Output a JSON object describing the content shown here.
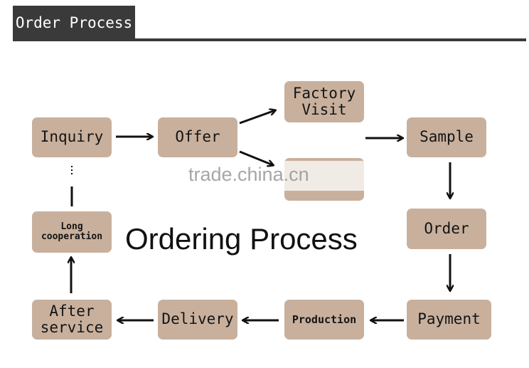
{
  "header": {
    "title": "Order Process"
  },
  "diagram": {
    "title": "Ordering Process",
    "watermark": "trade.china.cn",
    "steps": {
      "inquiry": "Inquiry",
      "offer": "Offer",
      "factory_visit": "Factory\nVisit",
      "sample": "Sample",
      "order": "Order",
      "payment": "Payment",
      "production": "Production",
      "delivery": "Delivery",
      "after_service": "After\nservice",
      "long_cooperation": "Long\ncooperation"
    }
  },
  "colors": {
    "box": "#c8b09d",
    "arrow": "#111111",
    "header": "#3a3a3a"
  }
}
